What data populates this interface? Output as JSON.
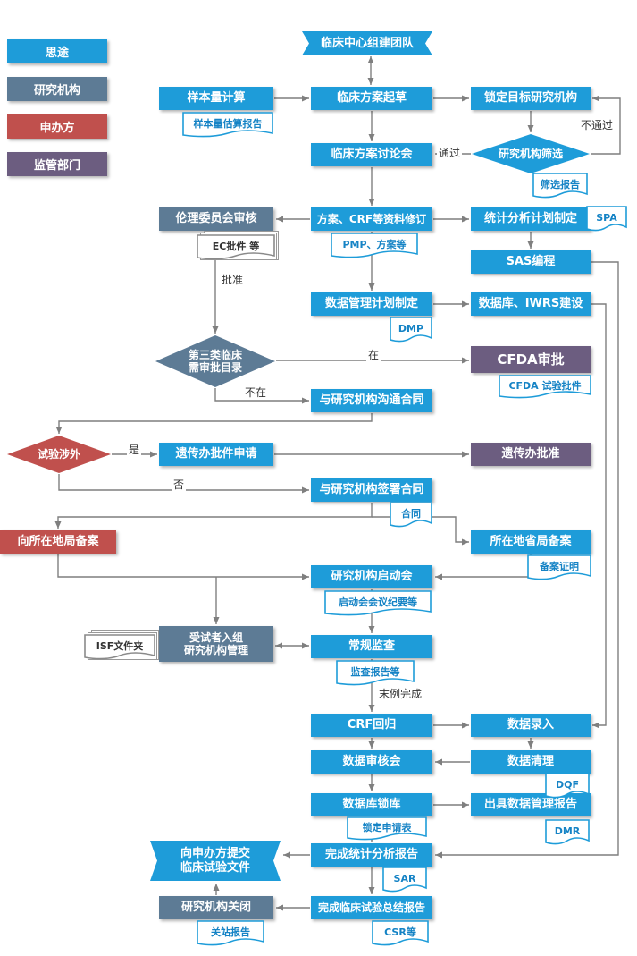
{
  "legend": {
    "brand": "思途",
    "items": [
      {
        "key": "institution",
        "label": "研究机构",
        "color": "#5d7b95"
      },
      {
        "key": "sponsor",
        "label": "申办方",
        "color": "#c0504d"
      },
      {
        "key": "regulator",
        "label": "监管部门",
        "color": "#6c5d80"
      }
    ]
  },
  "nodes": {
    "team": "临床中心组建团队",
    "sample_calc": "样本量计算",
    "draft": "临床方案起草",
    "lock_sites": "锁定目标研究机构",
    "screen": "研究机构筛选",
    "discussion": "临床方案讨论会",
    "ec_review": "伦理委员会审核",
    "revise": "方案、CRF等资料修订",
    "sap": "统计分析计划制定",
    "sas": "SAS编程",
    "dmp_plan": "数据管理计划制定",
    "db_iwrs": "数据库、IWRS建设",
    "catalog": "第三类临床\n需审批目录",
    "cfda": "CFDA审批",
    "comm_contract": "与研究机构沟通合同",
    "foreign": "试验涉外",
    "genetic_apply": "遗传办批件申请",
    "genetic_approve": "遗传办批准",
    "sign_contract": "与研究机构签署合同",
    "local_record": "向所在地局备案",
    "prov_record": "所在地省局备案",
    "kickoff": "研究机构启动会",
    "enroll": "受试者入组\n研究机构管理",
    "monitor": "常规监查",
    "crf_return": "CRF回归",
    "data_entry": "数据录入",
    "review_meet": "数据审核会",
    "data_clean": "数据清理",
    "db_lock": "数据库锁库",
    "dm_report": "出具数据管理报告",
    "stat_report": "完成统计分析报告",
    "submit_docs": "向申办方提交\n临床试验文件",
    "final_report": "完成临床试验总结报告",
    "site_close": "研究机构关闭"
  },
  "documents": {
    "sample_report": "样本量估算报告",
    "screen_report": "筛选报告",
    "spa": "SPA",
    "pmp": "PMP、方案等",
    "ec_approval": "EC批件 等",
    "dmp": "DMP",
    "cfda_approval": "CFDA 试验批件",
    "contract": "合同",
    "record_cert": "备案证明",
    "kickoff_minutes": "启动会会议纪要等",
    "isf": "ISF文件夹",
    "monitor_reports": "监查报告等",
    "lock_form": "锁定申请表",
    "dqf": "DQF",
    "dmr": "DMR",
    "sar": "SAR",
    "csr": "CSR等",
    "close_report": "关站报告"
  },
  "edge_labels": {
    "fail": "不通过",
    "pass": "通过",
    "approved": "批准",
    "in_catalog": "在",
    "not_in_catalog": "不在",
    "yes": "是",
    "no": "否",
    "last_case_done": "末例完成"
  },
  "colors": {
    "process_blue": "#1e9cd9",
    "institution_slate": "#5d7b95",
    "sponsor_red": "#c0504d",
    "regulator_purple": "#6c5d80",
    "doc_text_blue": "#1583c5",
    "connector_gray": "#7f7f7f"
  }
}
